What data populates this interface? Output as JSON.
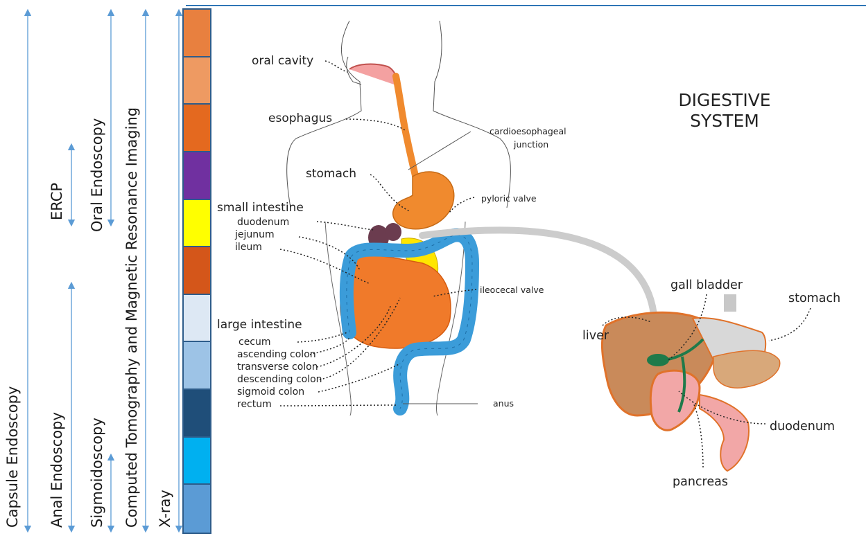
{
  "title_lines": [
    "DIGESTIVE",
    "SYSTEM"
  ],
  "modalities": [
    {
      "label": "Capsule Endoscopy"
    },
    {
      "label": "Anal Endoscopy"
    },
    {
      "label": "ERCP"
    },
    {
      "label": "Sigmoidoscopy"
    },
    {
      "label": "Oral Endoscopy"
    },
    {
      "label": "Computed Tomography and Magnetic Resonance Imaging"
    },
    {
      "label": "X-ray"
    }
  ],
  "color_bar": [
    "#E8803F",
    "#EE9A62",
    "#E4691F",
    "#7030A0",
    "#FFFF00",
    "#D4561A",
    "#DDE8F4",
    "#9DC3E6",
    "#1F4E79",
    "#00B0F0",
    "#5B9BD5"
  ],
  "colors": {
    "arrow": "#5B9BD5",
    "border": "#2E5C8A",
    "top_line": "#2E75B6"
  },
  "labels": {
    "oral_cavity": "oral cavity",
    "esophagus": "esophagus",
    "cardio": "cardioesophageal",
    "junction": "junction",
    "stomach": "stomach",
    "pyloric": "pyloric valve",
    "small_intestine": "small intestine",
    "duodenum": "duodenum",
    "jejunum": "jejunum",
    "ileum": "ileum",
    "ileocecal": "ileocecal valve",
    "large_intestine": "large intestine",
    "cecum": "cecum",
    "ascending": "ascending colon",
    "transverse": "transverse colon",
    "descending": "descending colon",
    "sigmoid": "sigmoid colon",
    "rectum": "rectum",
    "anus": "anus"
  },
  "inset_labels": {
    "gall_bladder": "gall bladder",
    "stomach": "stomach",
    "liver": "liver",
    "duodenum": "duodenum",
    "pancreas": "pancreas"
  }
}
